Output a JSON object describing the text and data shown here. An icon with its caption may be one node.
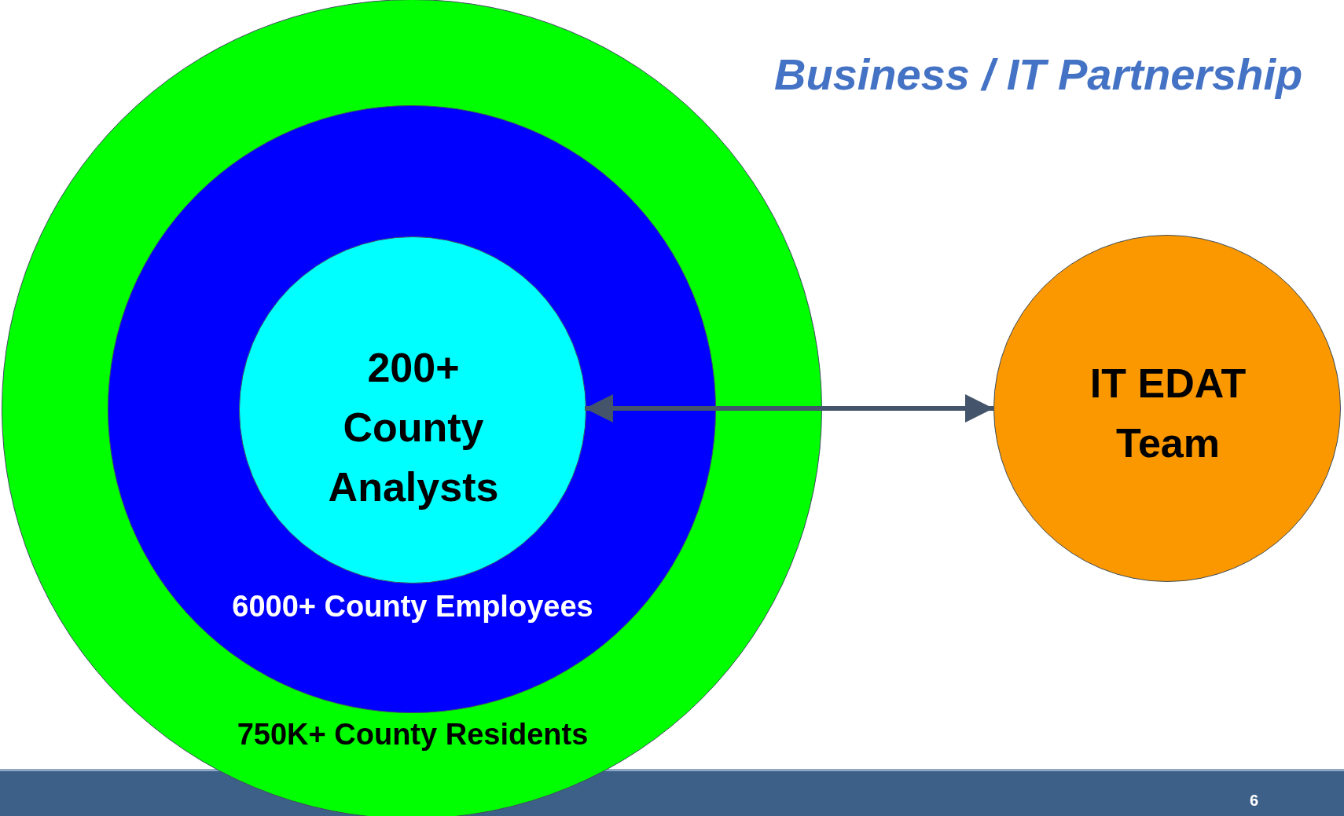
{
  "diagram": {
    "title": "Business / IT Partnership",
    "nodes": [
      {
        "text": [
          "750K+ County Residents"
        ]
      },
      {
        "text": [
          "6000+ County Employees"
        ],
        "in": 0
      },
      {
        "text": [
          "200+ County Analysts"
        ],
        "in": 1
      },
      {
        "text": [
          "IT EDAT Team"
        ]
      }
    ],
    "edges": [
      {
        "from": 2,
        "to": 3,
        "arrow": "both"
      }
    ],
    "labels": [
      "6"
    ]
  }
}
